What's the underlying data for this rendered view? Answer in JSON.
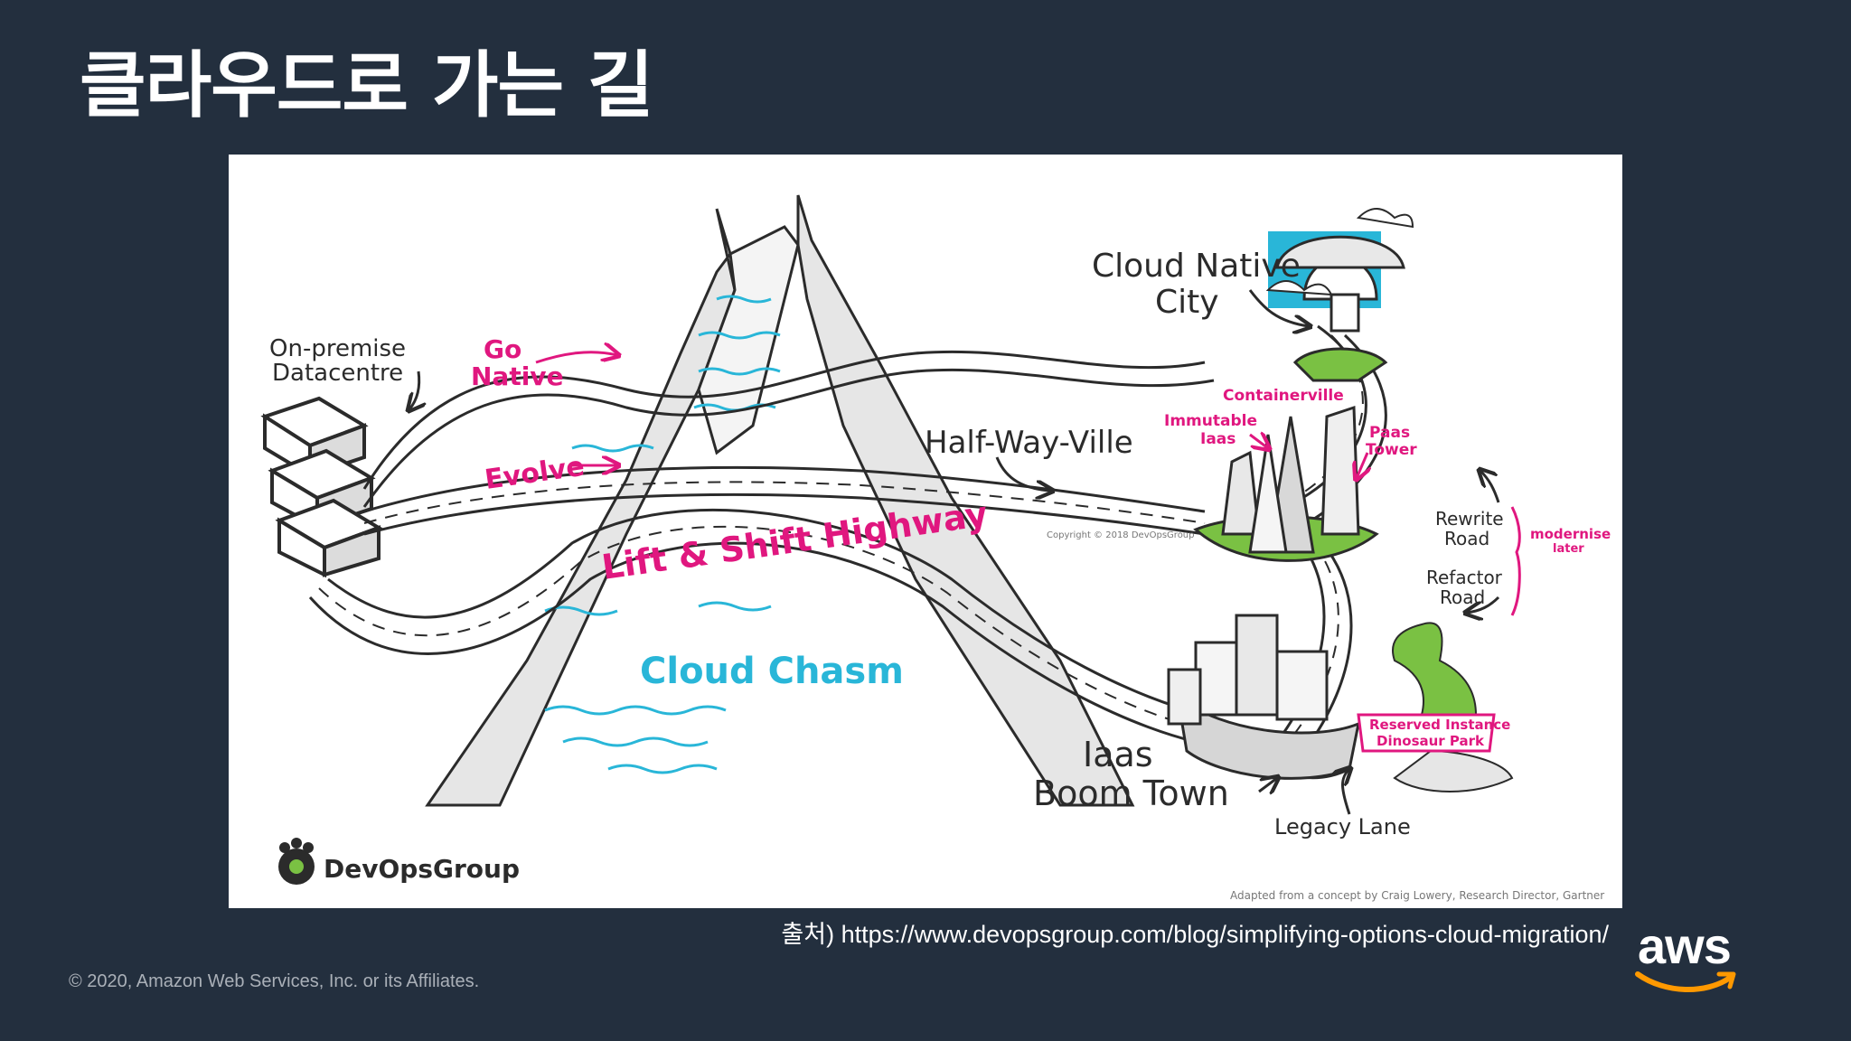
{
  "slide": {
    "title": "클라우드로 가는 길",
    "source": "출처) https://www.devopsgroup.com/blog/simplifying-options-cloud-migration/",
    "copyright": "© 2020, Amazon Web Services, Inc. or its Affiliates.",
    "aws_wordmark": "aws"
  },
  "diagram": {
    "labels": {
      "on_premise_1": "On-premise",
      "on_premise_2": "Datacentre",
      "go": "Go",
      "native": "Native",
      "evolve": "Evolve",
      "lift_shift": "Lift & Shift Highway",
      "cloud_chasm": "Cloud Chasm",
      "half_way_ville": "Half-Way-Ville",
      "cloud_native_1": "Cloud Native",
      "cloud_native_2": "City",
      "containerville": "Containerville",
      "immutable_1": "Immutable",
      "immutable_2": "Iaas",
      "paas_1": "Paas",
      "paas_2": "Tower",
      "rewrite_1": "Rewrite",
      "rewrite_2": "Road",
      "refactor_1": "Refactor",
      "refactor_2": "Road",
      "modernise_1": "modernise",
      "modernise_2": "later",
      "iaas_1": "Iaas",
      "iaas_2": "Boom Town",
      "dino_1": "Reserved Instance",
      "dino_2": "Dinosaur Park",
      "legacy": "Legacy Lane",
      "inner_copyright": "Copyright © 2018 DevOpsGroup",
      "brand": "DevOpsGroup",
      "adapted": "Adapted from a concept by Craig Lowery, Research Director, Gartner"
    },
    "colors": {
      "magenta": "#e0177f",
      "cyan": "#29b6d8",
      "green": "#7ac143",
      "ink": "#2b2b2b",
      "grey": "#cfcfcf"
    }
  }
}
